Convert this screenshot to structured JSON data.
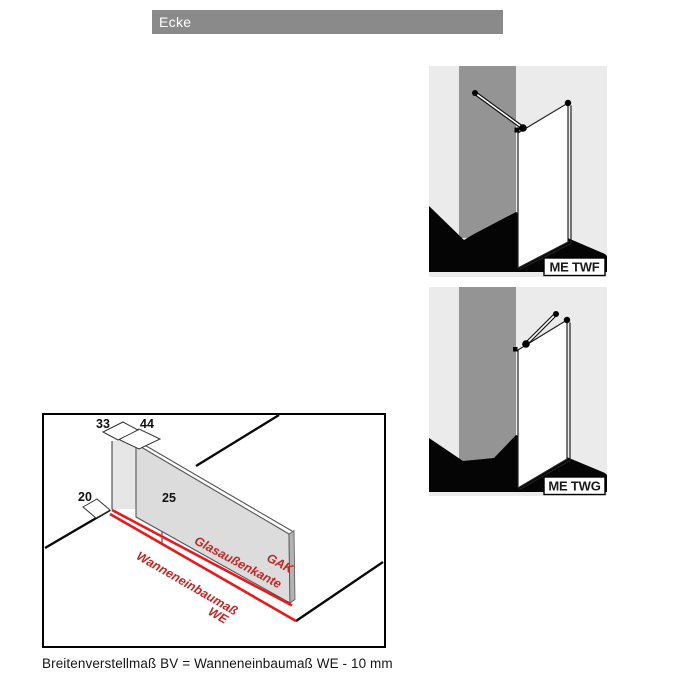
{
  "header": {
    "title": "Ecke"
  },
  "models": [
    {
      "label": "ME TWF"
    },
    {
      "label": "ME TWG"
    }
  ],
  "diagram": {
    "dim_33": "33",
    "dim_44": "44",
    "dim_20": "20",
    "dim_25": "25",
    "glass_outer_edge_label": "Glasaußenkante",
    "glass_outer_edge_abbr": "GAK",
    "tray_install_label": "Wanneneinbaumaß",
    "tray_install_abbr": "WE"
  },
  "caption": "Breitenverstellmaß BV = Wanneneinbaumaß WE - 10 mm",
  "colors": {
    "header_bg": "#8a8a8a",
    "panel_bg": "#ebebeb",
    "wall_gray": "#949494",
    "floor_black": "#050505",
    "red_line": "#e8191c",
    "red_text": "#bc2a28"
  }
}
